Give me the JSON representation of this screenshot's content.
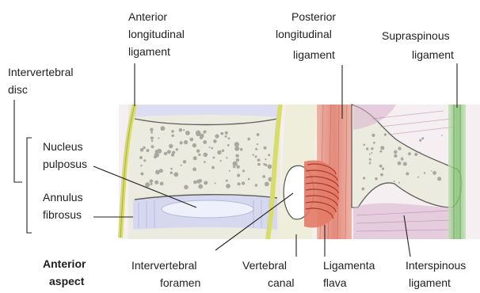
{
  "labels": {
    "anterior_longitudinal_ligament": [
      "Anterior",
      "longitudinal",
      "ligament"
    ],
    "posterior_longitudinal_ligament": [
      "Posterior",
      "longitudinal",
      "ligament"
    ],
    "supraspinous_ligament": [
      "Supraspinous",
      "ligament"
    ],
    "intervertebral_disc": [
      "Intervertebral",
      "disc"
    ],
    "nucleus_pulposus": [
      "Nucleus",
      "pulposus"
    ],
    "annulus_fibrosus": [
      "Annulus",
      "fibrosus"
    ],
    "anterior_aspect": [
      "Anterior",
      "aspect"
    ],
    "intervertebral_foramen": [
      "Intervertebral",
      "foramen"
    ],
    "vertebral_canal": [
      "Vertebral",
      "canal"
    ],
    "ligamenta_flava": [
      "Ligamenta",
      "flava"
    ],
    "interspinous_ligament": [
      "Interspinous",
      "ligament"
    ]
  },
  "colors": {
    "bone_fill": "#ecebdf",
    "trabecular_dots": "#a8a7a0",
    "disc_fill": "#d6d8f0",
    "anterior_ligament": "#d8dc6a",
    "posterior_ligament": "#dd6a55",
    "ligamenta_flava": "#d24a3c",
    "interspinous": "#d8b0cc",
    "supraspinous": "#7fbf6e",
    "background_band": "#f1e6ea"
  }
}
